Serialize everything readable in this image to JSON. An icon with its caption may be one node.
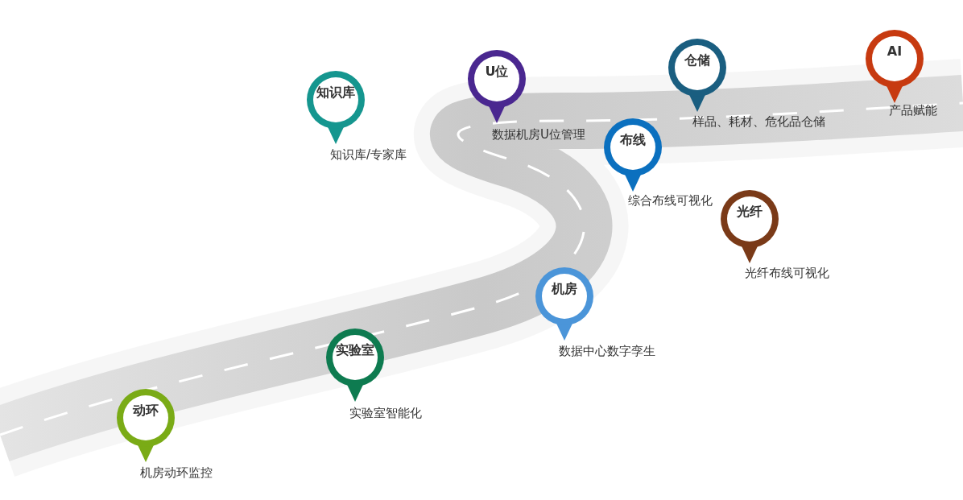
{
  "diagram": {
    "nodes": [
      {
        "text": [
          "动环"
        ],
        "beside": [
          "机房动环监控"
        ]
      },
      {
        "text": [
          "知识库"
        ],
        "beside": [
          "知识库/专家库"
        ]
      },
      {
        "text": [
          "实验室"
        ],
        "beside": [
          "实验室智能化"
        ]
      },
      {
        "text": [
          "U位"
        ],
        "beside": [
          "数据机房U位管理"
        ]
      },
      {
        "text": [
          "机房"
        ],
        "beside": [
          "数据中心数字孪生"
        ]
      },
      {
        "text": [
          "布线"
        ],
        "beside": [
          "综合布线可视化"
        ]
      },
      {
        "text": [
          "仓储"
        ],
        "beside": [
          "样品、耗材、危化品仓储"
        ]
      },
      {
        "text": [
          "光纤"
        ],
        "beside": [
          "光纤布线可视化"
        ]
      },
      {
        "text": [
          "AI"
        ],
        "beside": [
          "产品赋能"
        ]
      }
    ]
  }
}
